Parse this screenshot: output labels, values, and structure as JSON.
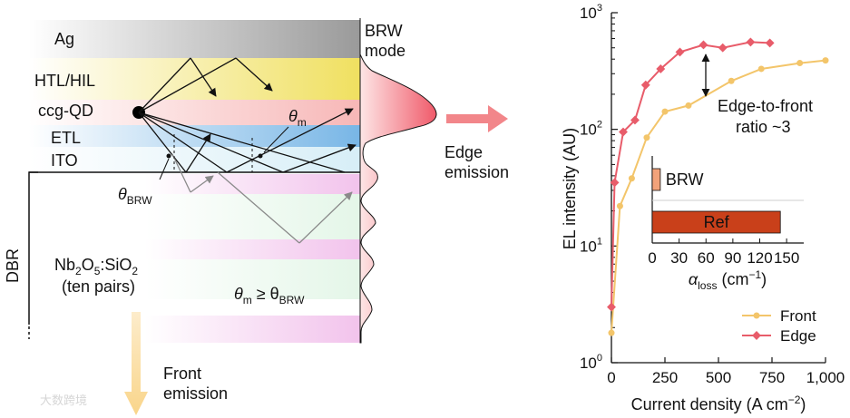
{
  "device": {
    "layers": {
      "ag": "Ag",
      "htl": "HTL/HIL",
      "qd": "ccg-QD",
      "etl": "ETL",
      "ito": "ITO",
      "dbr": "DBR",
      "dbr_material_parts": [
        "Nb",
        "2",
        "O",
        "5",
        ":SiO",
        "2"
      ],
      "dbr_pairs": "(ten pairs)"
    },
    "brw_mode": [
      "BRW",
      "mode"
    ],
    "theta_m": [
      "θ",
      "m"
    ],
    "theta_brw": [
      "θ",
      "BRW"
    ],
    "condition_parts": [
      "θ",
      "m",
      " ≥ θ",
      "BRW"
    ],
    "edge_emission": [
      "Edge",
      "emission"
    ],
    "front_emission": [
      "Front",
      "emission"
    ],
    "watermark": "大数跨境"
  },
  "chart_data": {
    "type": "line",
    "xlabel_parts": [
      "Current density (A cm",
      "−2",
      ")"
    ],
    "ylabel": "EL intensity (AU)",
    "x_ticks": [
      "0",
      "250",
      "500",
      "750",
      "1,000"
    ],
    "xlim": [
      0,
      1000
    ],
    "y_scale": "log",
    "ylim": [
      1,
      1000
    ],
    "y_ticks": [
      {
        "base": "10",
        "exp": "0"
      },
      {
        "base": "10",
        "exp": "1"
      },
      {
        "base": "10",
        "exp": "2"
      },
      {
        "base": "10",
        "exp": "3"
      }
    ],
    "legend_position": "bottom-right",
    "series": [
      {
        "name": "Front",
        "color": "#f3c56a",
        "x": [
          0,
          40,
          95,
          165,
          250,
          360,
          560,
          700,
          880,
          1000
        ],
        "y": [
          1.8,
          22,
          38,
          85,
          142,
          160,
          260,
          330,
          370,
          390
        ]
      },
      {
        "name": "Edge",
        "color": "#e85c6a",
        "x": [
          0,
          15,
          55,
          110,
          160,
          230,
          320,
          430,
          520,
          650,
          740
        ],
        "y": [
          3,
          35,
          95,
          120,
          240,
          330,
          460,
          530,
          500,
          560,
          550
        ]
      }
    ],
    "annotation": [
      "Edge-to-front",
      "ratio ~3"
    ],
    "inset": {
      "type": "bar",
      "orientation": "horizontal",
      "categories": [
        "BRW",
        "Ref"
      ],
      "values": [
        9,
        143
      ],
      "colors": [
        "#f2a27a",
        "#c9401a"
      ],
      "xlim": [
        0,
        160
      ],
      "x_ticks": [
        "0",
        "30",
        "60",
        "90",
        "120",
        "150"
      ],
      "xlabel_parts": [
        "α",
        "loss",
        " (cm",
        "−1",
        ")"
      ]
    }
  }
}
